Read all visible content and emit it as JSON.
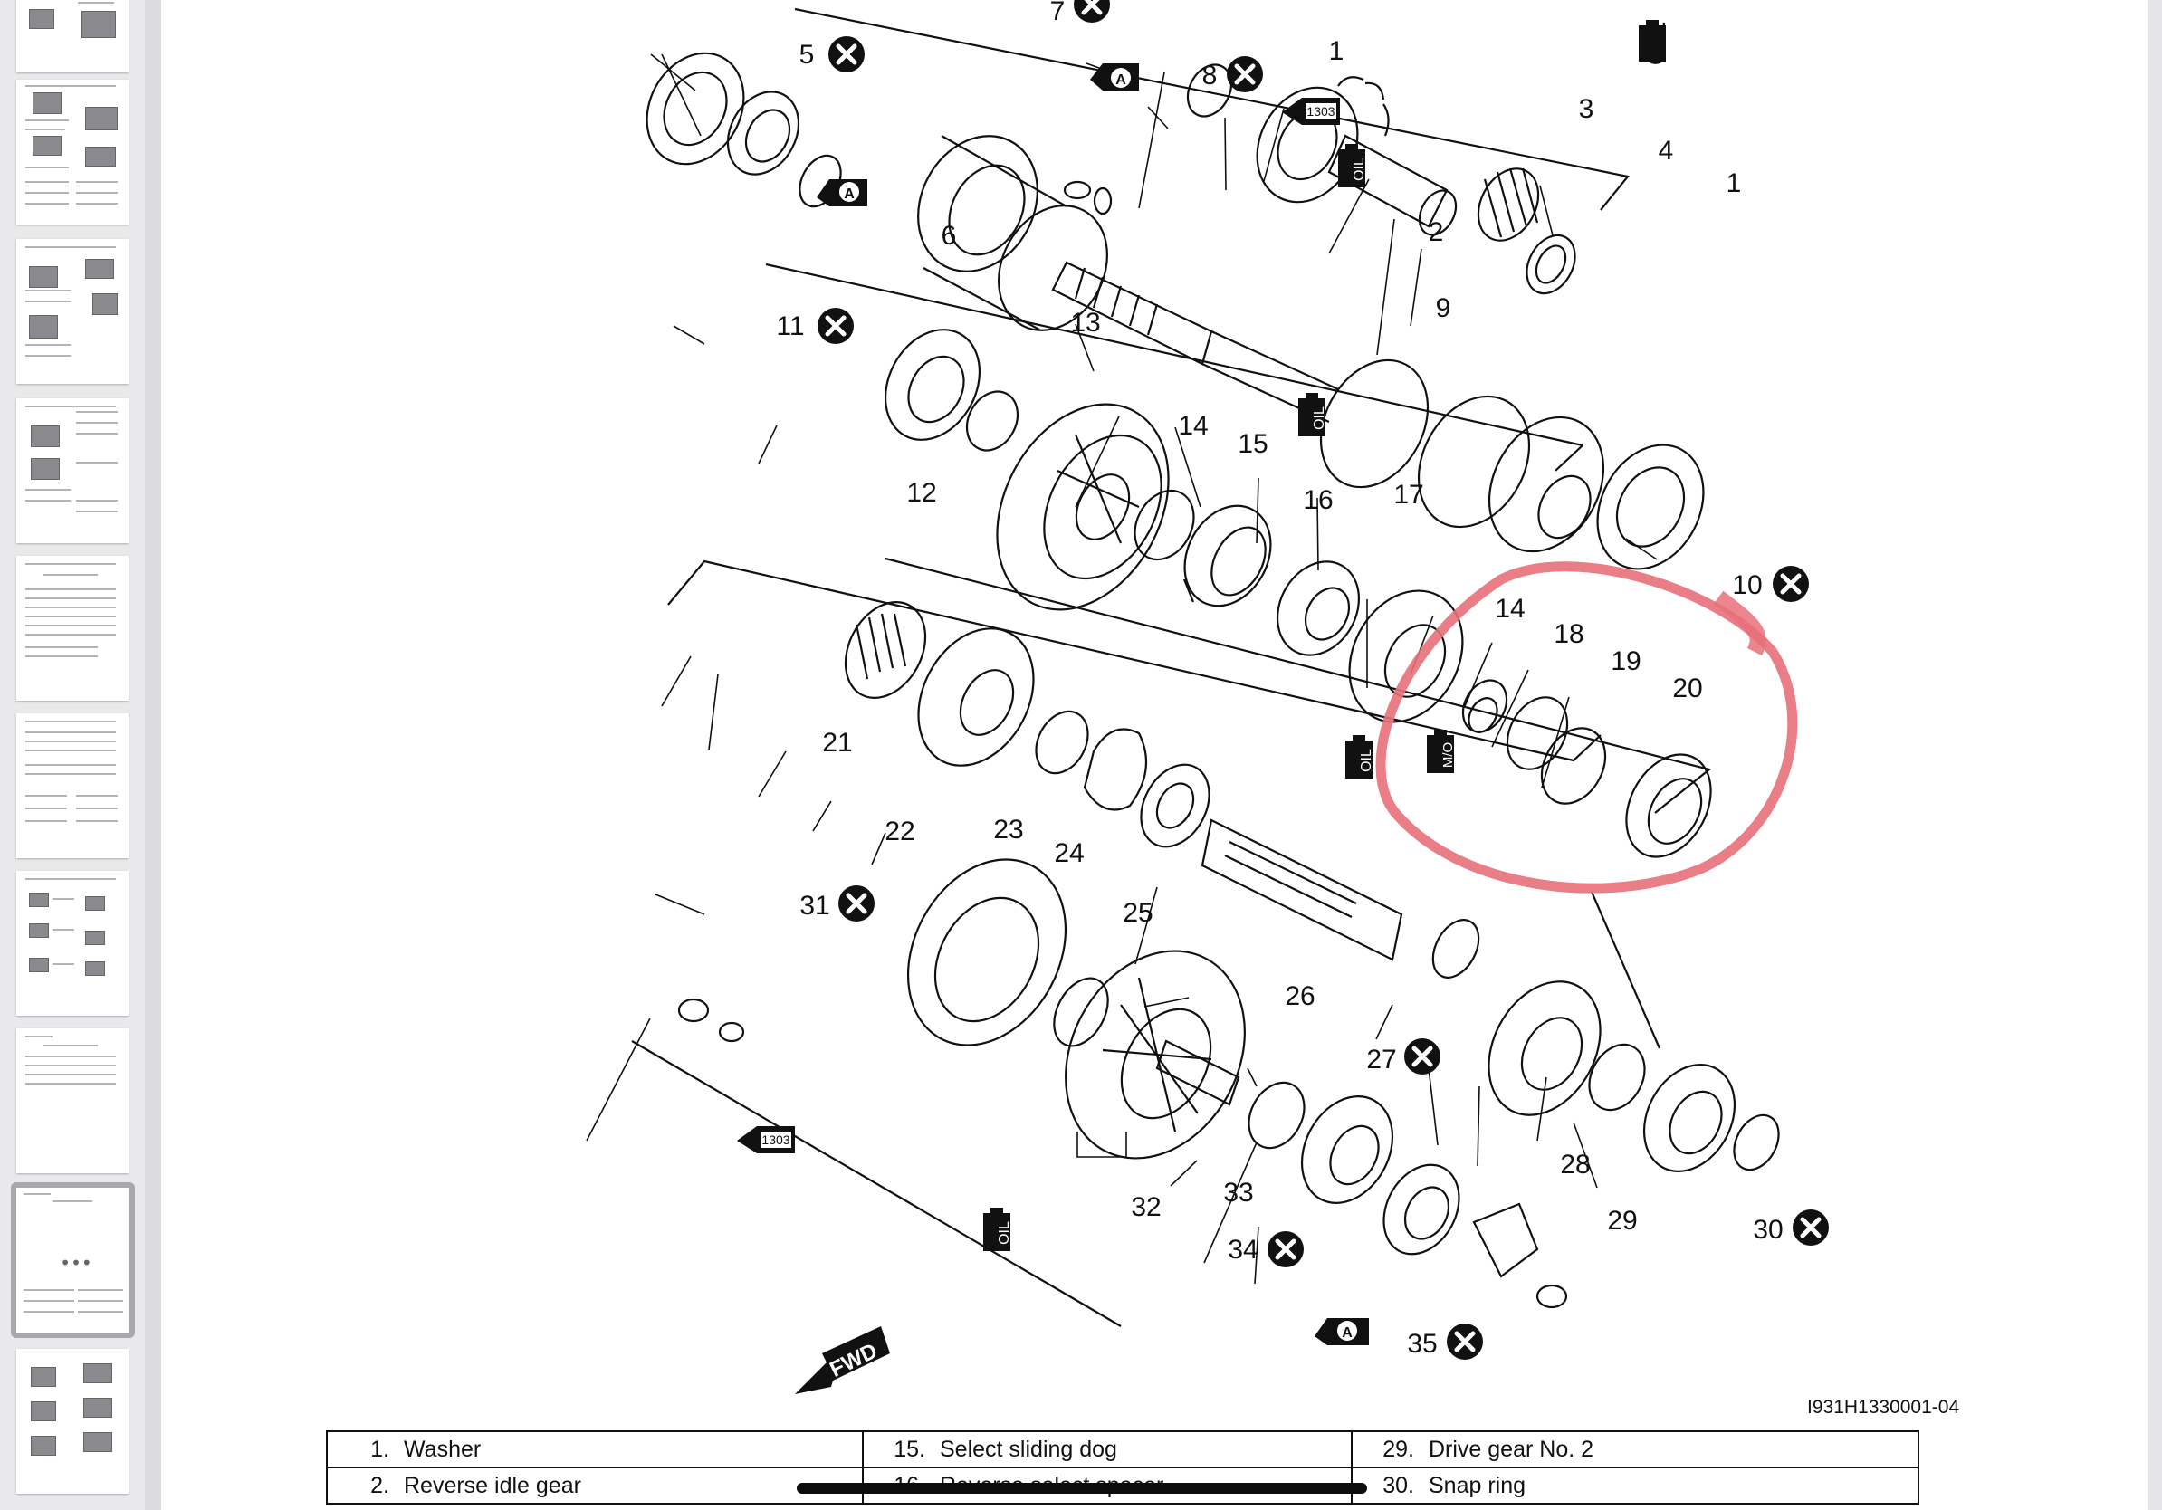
{
  "sidebar": {
    "thumbnails": [
      {
        "label": "Page thumbnail 1"
      },
      {
        "label": "Page thumbnail 2"
      },
      {
        "label": "Page thumbnail 3"
      },
      {
        "label": "Page thumbnail 4"
      },
      {
        "label": "Page thumbnail 5"
      },
      {
        "label": "Page thumbnail 6"
      },
      {
        "label": "Page thumbnail 7"
      },
      {
        "label": "Page thumbnail 8"
      },
      {
        "label": "Page thumbnail 9 (current)"
      },
      {
        "label": "Page thumbnail 10"
      }
    ],
    "more_button": "•••"
  },
  "diagram": {
    "figure_id": "I931H1330001-04",
    "fwd_label": "FWD",
    "oil_label": "OIL",
    "moly_label": "M/O",
    "grease_label": "A",
    "threadlock_label": "1303",
    "numbers": {
      "n1a": "1",
      "n1b": "1",
      "n2": "2",
      "n3": "3",
      "n4": "4",
      "n5": "5",
      "n6": "6",
      "n7": "7",
      "n8": "8",
      "n9": "9",
      "n10": "10",
      "n11": "11",
      "n12": "12",
      "n13": "13",
      "n14a": "14",
      "n14b": "14",
      "n15": "15",
      "n16": "16",
      "n17": "17",
      "n18": "18",
      "n19": "19",
      "n20": "20",
      "n21": "21",
      "n22": "22",
      "n23": "23",
      "n24": "24",
      "n25": "25",
      "n26": "26",
      "n27": "27",
      "n28": "28",
      "n29": "29",
      "n30": "30",
      "n31": "31",
      "n32": "32",
      "n33": "33",
      "n34": "34",
      "n35": "35"
    }
  },
  "parts_table": {
    "rows": [
      [
        {
          "num": "1.",
          "name": "Washer"
        },
        {
          "num": "15.",
          "name": "Select sliding dog"
        },
        {
          "num": "29.",
          "name": "Drive gear No. 2"
        }
      ],
      [
        {
          "num": "2.",
          "name": "Reverse idle gear"
        },
        {
          "num": "16.",
          "name": "Reverse select spacer"
        },
        {
          "num": "30.",
          "name": "Snap ring"
        }
      ]
    ]
  },
  "colors": {
    "highlight_circle": "#e8707a",
    "ink": "#111111"
  }
}
